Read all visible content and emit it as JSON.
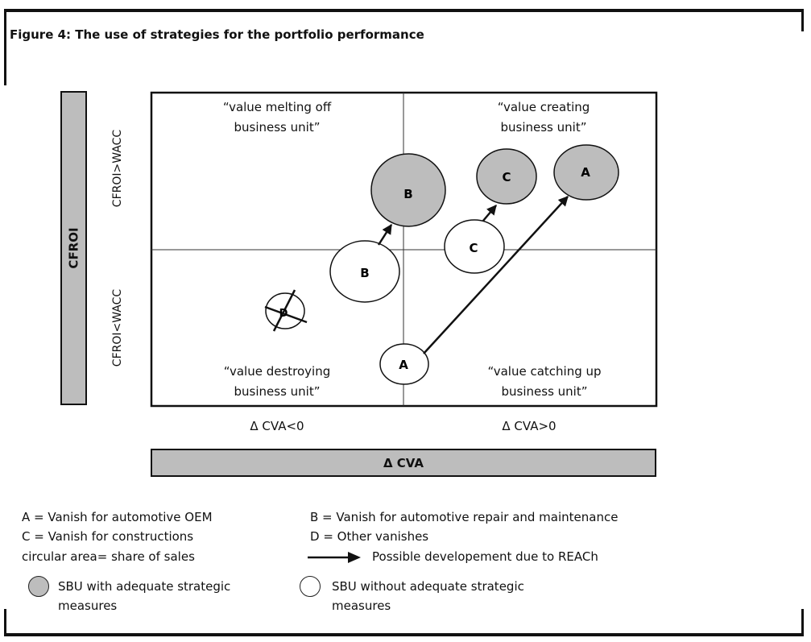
{
  "title": "Figure 4: The use of strategies for the portfolio performance",
  "y_axis": {
    "band_label": "CFROI",
    "upper_label": "CFROI>WACC",
    "lower_label": "CFROI<WACC"
  },
  "x_axis": {
    "band_label": "Δ CVA",
    "left_label": "Δ CVA<0",
    "right_label": "Δ CVA>0"
  },
  "quadrants": {
    "top_left": [
      "“value melting off",
      "business unit”"
    ],
    "top_right": [
      "“value creating",
      "business unit”"
    ],
    "bottom_left": [
      "“value destroying",
      "business unit”"
    ],
    "bottom_right": [
      "“value catching up",
      "business unit”"
    ]
  },
  "bubbles": [
    {
      "label": "A",
      "state": "without-measures"
    },
    {
      "label": "A",
      "state": "with-measures"
    },
    {
      "label": "B",
      "state": "without-measures"
    },
    {
      "label": "B",
      "state": "with-measures"
    },
    {
      "label": "C",
      "state": "without-measures"
    },
    {
      "label": "C",
      "state": "with-measures"
    },
    {
      "label": "D",
      "state": "crossed-out"
    }
  ],
  "arrows": [
    {
      "from": "A",
      "to": "A"
    },
    {
      "from": "B",
      "to": "B"
    },
    {
      "from": "C",
      "to": "C"
    }
  ],
  "legend": {
    "a": "A  = Vanish for automotive OEM",
    "b": "B  = Vanish for automotive repair and maintenance",
    "c": "C  = Vanish for constructions",
    "d": "D = Other vanishes",
    "area": "circular area= share of sales",
    "arrow": "Possible developement due to REACh",
    "grey": [
      "SBU with adequate strategic",
      "measures"
    ],
    "white": [
      "SBU without adequate strategic",
      "measures"
    ]
  },
  "colors": {
    "filled": "#bdbdbd",
    "empty": "#ffffff",
    "line": "#111111"
  }
}
